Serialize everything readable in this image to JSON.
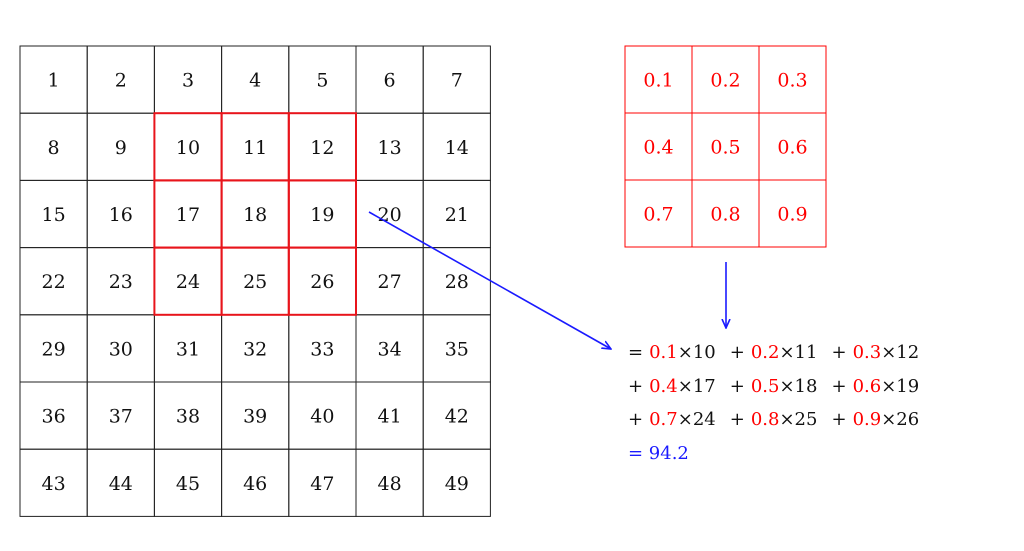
{
  "input_grid": {
    "rows": [
      [
        "1",
        "2",
        "3",
        "4",
        "5",
        "6",
        "7"
      ],
      [
        "8",
        "9",
        "10",
        "11",
        "12",
        "13",
        "14"
      ],
      [
        "15",
        "16",
        "17",
        "18",
        "19",
        "20",
        "21"
      ],
      [
        "22",
        "23",
        "24",
        "25",
        "26",
        "27",
        "28"
      ],
      [
        "29",
        "30",
        "31",
        "32",
        "33",
        "34",
        "35"
      ],
      [
        "36",
        "37",
        "38",
        "39",
        "40",
        "41",
        "42"
      ],
      [
        "43",
        "44",
        "45",
        "46",
        "47",
        "48",
        "49"
      ]
    ],
    "highlight": {
      "row_start": 1,
      "col_start": 2,
      "size": 3
    }
  },
  "kernel_grid": {
    "rows": [
      [
        "0.1",
        "0.2",
        "0.3"
      ],
      [
        "0.4",
        "0.5",
        "0.6"
      ],
      [
        "0.7",
        "0.8",
        "0.9"
      ]
    ]
  },
  "formula": {
    "lines": [
      {
        "op": "=",
        "terms": [
          {
            "weight": "0.1",
            "value": "×10"
          },
          {
            "weight": "0.2",
            "value": "×11"
          },
          {
            "weight": "0.3",
            "value": "×12"
          }
        ]
      },
      {
        "op": "+",
        "terms": [
          {
            "weight": "0.4",
            "value": "×17"
          },
          {
            "weight": "0.5",
            "value": "×18"
          },
          {
            "weight": "0.6",
            "value": "×19"
          }
        ]
      },
      {
        "op": "+",
        "terms": [
          {
            "weight": "0.7",
            "value": "×24"
          },
          {
            "weight": "0.8",
            "value": "×25"
          },
          {
            "weight": "0.9",
            "value": "×26"
          }
        ]
      }
    ],
    "result": "= 94.2"
  },
  "colors": {
    "grid_line": "#222222",
    "highlight": "#e8141b",
    "kernel": "#ff0000",
    "arrow": "#1a1aff",
    "result": "#1a1aff"
  }
}
